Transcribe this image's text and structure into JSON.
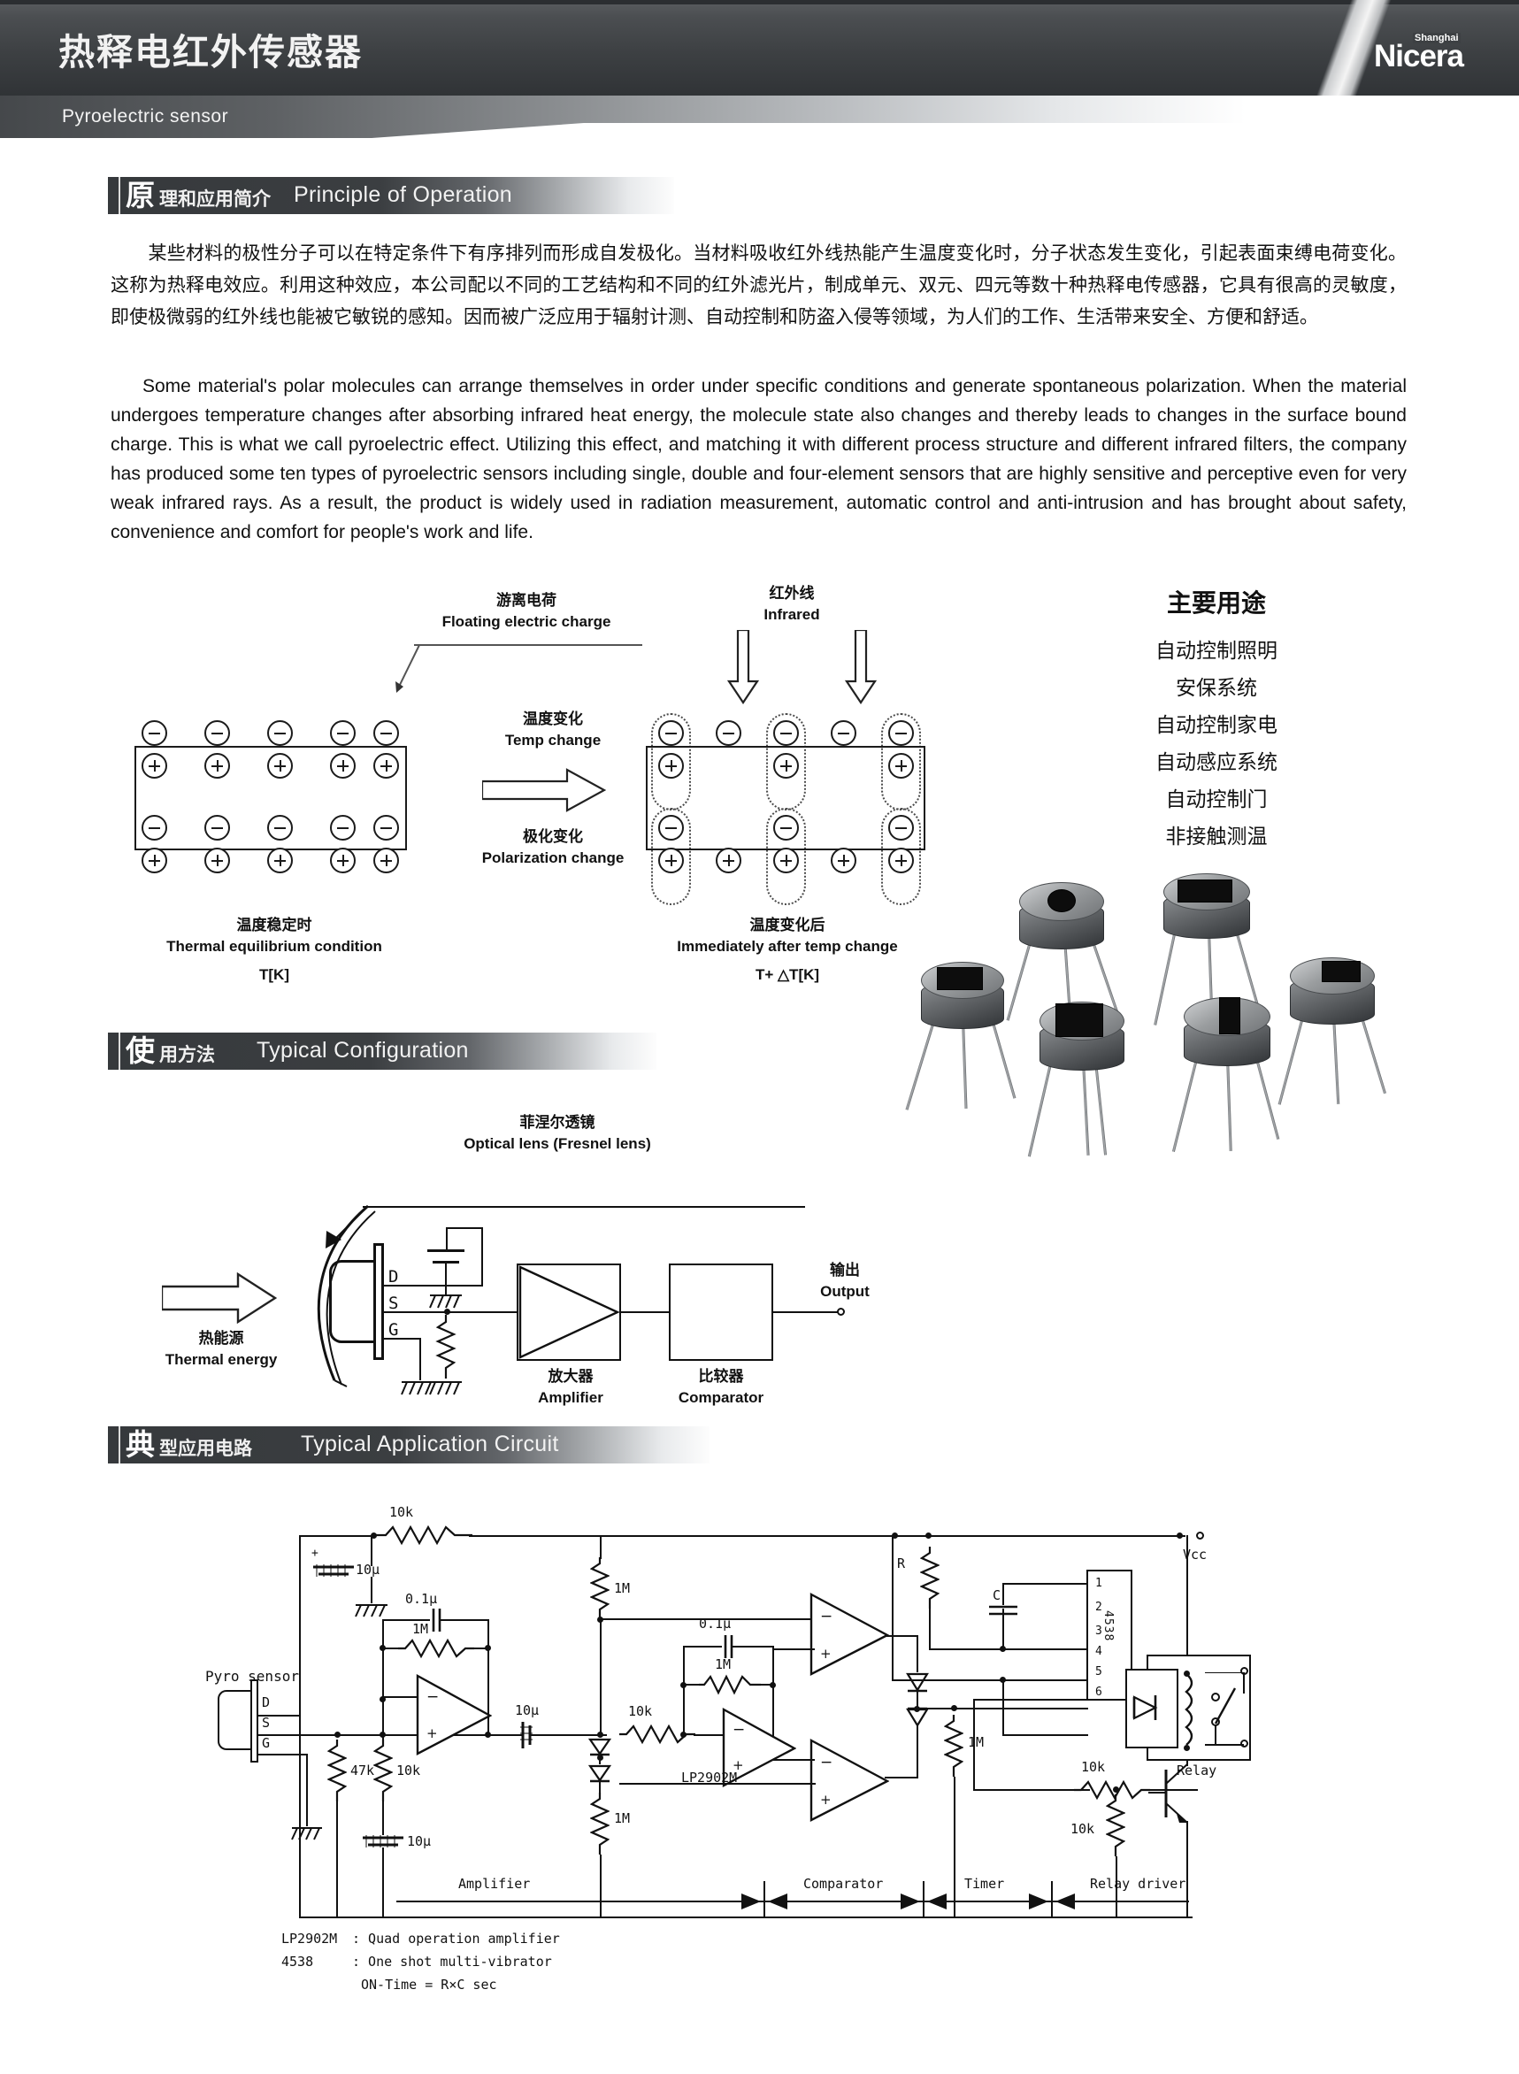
{
  "header": {
    "title_cn": "热释电红外传感器",
    "subtitle_en": "Pyroelectric sensor",
    "logo_main": "Nicera",
    "logo_sup": "Shanghai"
  },
  "sections": [
    {
      "cn_first": "原",
      "cn_rest": "理和应用简介",
      "en": "Principle of Operation"
    },
    {
      "cn_first": "使",
      "cn_rest": "用方法",
      "en": "Typical Configuration"
    },
    {
      "cn_first": "典",
      "cn_rest": "型应用电路",
      "en": "Typical Application Circuit"
    }
  ],
  "intro": {
    "cn": "　　某些材料的极性分子可以在特定条件下有序排列而形成自发极化。当材料吸收红外线热能产生温度变化时，分子状态发生变化，引起表面束缚电荷变化。这称为热释电效应。利用这种效应，本公司配以不同的工艺结构和不同的红外滤光片，制成单元、双元、四元等数十种热释电传感器，它具有很高的灵敏度，即使极微弱的红外线也能被它敏锐的感知。因而被广泛应用于辐射计测、自动控制和防盗入侵等领域，为人们的工作、生活带来安全、方便和舒适。",
    "en": "Some material's polar molecules can arrange themselves in order under specific conditions and generate spontaneous polarization. When the material undergoes temperature changes after absorbing infrared heat energy, the molecule state also changes and thereby leads to changes in the surface bound charge. This is what we call pyroelectric effect. Utilizing this effect, and matching it with different process structure and different infrared filters, the company has produced some ten types of pyroelectric sensors including single, double and four-element sensors that are highly sensitive and perceptive even for very weak infrared rays. As a result, the product is widely used in radiation measurement, automatic control and anti-intrusion and has brought about safety, convenience and comfort for people's work and life."
  },
  "principle_diagram": {
    "floating_charge_cn": "游离电荷",
    "floating_charge_en": "Floating electric charge",
    "infrared_cn": "红外线",
    "infrared_en": "Infrared",
    "temp_change_cn": "温度变化",
    "temp_change_en": "Temp change",
    "polarization_cn": "极化变化",
    "polarization_en": "Polarization change",
    "left_caption_cn": "温度稳定时",
    "left_caption_en": "Thermal equilibrium condition",
    "left_caption_formula": "T[K]",
    "right_caption_cn": "温度变化后",
    "right_caption_en": "Immediately after temp change",
    "right_caption_formula": "T+ △T[K]"
  },
  "main_uses": {
    "title": "主要用途",
    "items": [
      "自动控制照明",
      "安保系统",
      "自动控制家电",
      "自动感应系统",
      "自动控制门",
      "非接触测温"
    ]
  },
  "typical_config": {
    "lens_cn": "菲涅尔透镜",
    "lens_en": "Optical lens (Fresnel lens)",
    "thermal_cn": "热能源",
    "thermal_en": "Thermal energy",
    "amplifier_cn": "放大器",
    "amplifier_en": "Amplifier",
    "comparator_cn": "比较器",
    "comparator_en": "Comparator",
    "output_cn": "输出",
    "output_en": "Output",
    "pins": [
      "D",
      "S",
      "G"
    ]
  },
  "app_circuit": {
    "sensor_label": "Pyro sensor",
    "pins": [
      "D",
      "S",
      "G"
    ],
    "components": {
      "r_top_10k": "10k",
      "c_in_10u": "10µ",
      "c_fb_01u": "0.1µ",
      "r_fb_1m": "1M",
      "r_src_47k": "47k",
      "r_bias_10k": "10k",
      "c_bias_10u": "10µ",
      "c_out_10u": "10µ",
      "r_div_1m_a": "1M",
      "r_div_1m_b": "1M",
      "r_in_10k": "10k",
      "c_cmp_01u": "0.1µ",
      "r_cmp_1m": "1M",
      "opamp": "LP2902M",
      "r_timer": "R",
      "c_timer": "C",
      "r_pull_1m": "1M",
      "r_base_10k": "10k",
      "r_gnd_10k": "10k",
      "relay": "Relay",
      "vcc": "Vcc",
      "ic": "4538",
      "ic_pins": [
        "1",
        "2",
        "3",
        "4",
        "5",
        "6"
      ]
    },
    "stages": [
      "Amplifier",
      "Comparator",
      "Timer",
      "Relay driver"
    ],
    "notes": [
      {
        "part": "LP2902M",
        "desc": ": Quad operation amplifier"
      },
      {
        "part": "4538",
        "desc": ": One shot multi-vibrator"
      },
      {
        "part": "",
        "desc": "ON-Time = R×C sec"
      }
    ]
  }
}
